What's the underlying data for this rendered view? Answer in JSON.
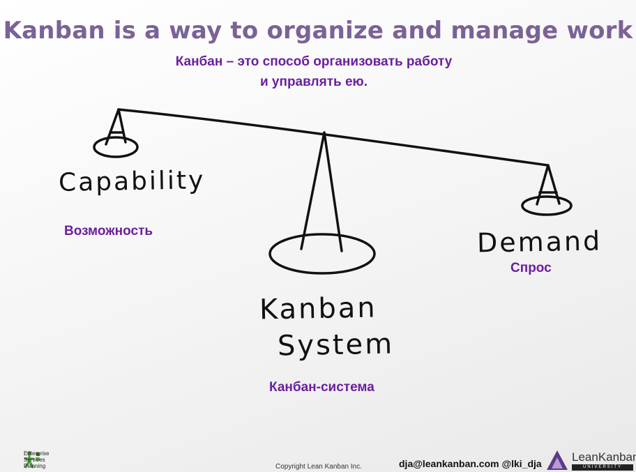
{
  "title": "Kanban is a way to organize and manage work",
  "subtitle": {
    "line1": "Канбан – это способ организовать работу",
    "line2": "и управлять ею."
  },
  "diagram": {
    "left": {
      "handwritten": "Capability",
      "translation": "Возможность"
    },
    "right": {
      "handwritten": "Demand",
      "translation": "Спрос"
    },
    "center": {
      "handwritten_line1": "Kanban",
      "handwritten_line2": "System",
      "translation": "Канбан-система"
    }
  },
  "footer": {
    "org_line1": "Enterprise",
    "org_line2": "Services",
    "org_line3": "Planning",
    "copyright": "Copyright Lean Kanban  Inc.",
    "contact": "dja@leankanban.com @lki_dja",
    "brand": "LeanKanban",
    "brand_sub": "UNIVERSITY"
  },
  "colors": {
    "title": "#7b6296",
    "russian_text": "#6b1f9e",
    "ink": "#111111"
  }
}
